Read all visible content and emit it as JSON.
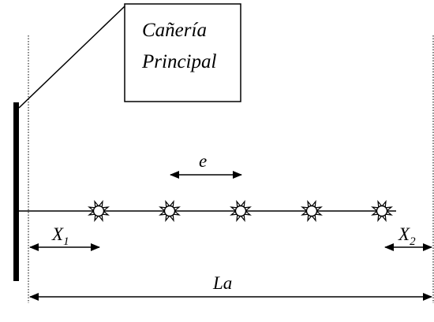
{
  "callout": {
    "line1": "Cañería",
    "line2": "Principal"
  },
  "labels": {
    "spacing": "e",
    "x1_base": "X",
    "x1_sub": "1",
    "x2_base": "X",
    "x2_sub": "2",
    "length": "La"
  },
  "emitters": {
    "count": 5,
    "icon": "sprinkler-emitter-icon"
  },
  "colors": {
    "ink": "#000000",
    "background": "#ffffff"
  }
}
